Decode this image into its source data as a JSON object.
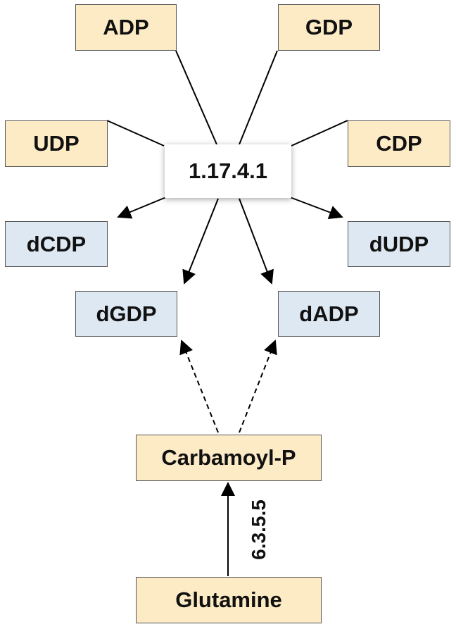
{
  "substrates": {
    "adp": "ADP",
    "gdp": "GDP",
    "udp": "UDP",
    "cdp": "CDP",
    "carbamoyl_p": "Carbamoyl-P",
    "glutamine": "Glutamine"
  },
  "products": {
    "dcdp": "dCDP",
    "dudp": "dUDP",
    "dgdp": "dGDP",
    "dadp": "dADP"
  },
  "enzymes": {
    "rnr": "1.17.4.1",
    "cps": "6.3.5.5"
  },
  "colors": {
    "substrate_fill": "#fdebc6",
    "product_fill": "#dde8f3",
    "enzyme_fill": "#ffffff",
    "edge": "#000000"
  },
  "edges": [
    {
      "from": "ADP",
      "to": "1.17.4.1",
      "style": "solid",
      "arrow": false
    },
    {
      "from": "GDP",
      "to": "1.17.4.1",
      "style": "solid",
      "arrow": false
    },
    {
      "from": "UDP",
      "to": "1.17.4.1",
      "style": "solid",
      "arrow": false
    },
    {
      "from": "CDP",
      "to": "1.17.4.1",
      "style": "solid",
      "arrow": false
    },
    {
      "from": "1.17.4.1",
      "to": "dCDP",
      "style": "solid",
      "arrow": true
    },
    {
      "from": "1.17.4.1",
      "to": "dUDP",
      "style": "solid",
      "arrow": true
    },
    {
      "from": "1.17.4.1",
      "to": "dGDP",
      "style": "solid",
      "arrow": true
    },
    {
      "from": "1.17.4.1",
      "to": "dADP",
      "style": "solid",
      "arrow": true
    },
    {
      "from": "Carbamoyl-P",
      "to": "dGDP",
      "style": "dashed",
      "arrow": true
    },
    {
      "from": "Carbamoyl-P",
      "to": "dADP",
      "style": "dashed",
      "arrow": true
    },
    {
      "from": "Glutamine",
      "to": "Carbamoyl-P",
      "style": "solid",
      "arrow": true,
      "label": "6.3.5.5"
    }
  ]
}
